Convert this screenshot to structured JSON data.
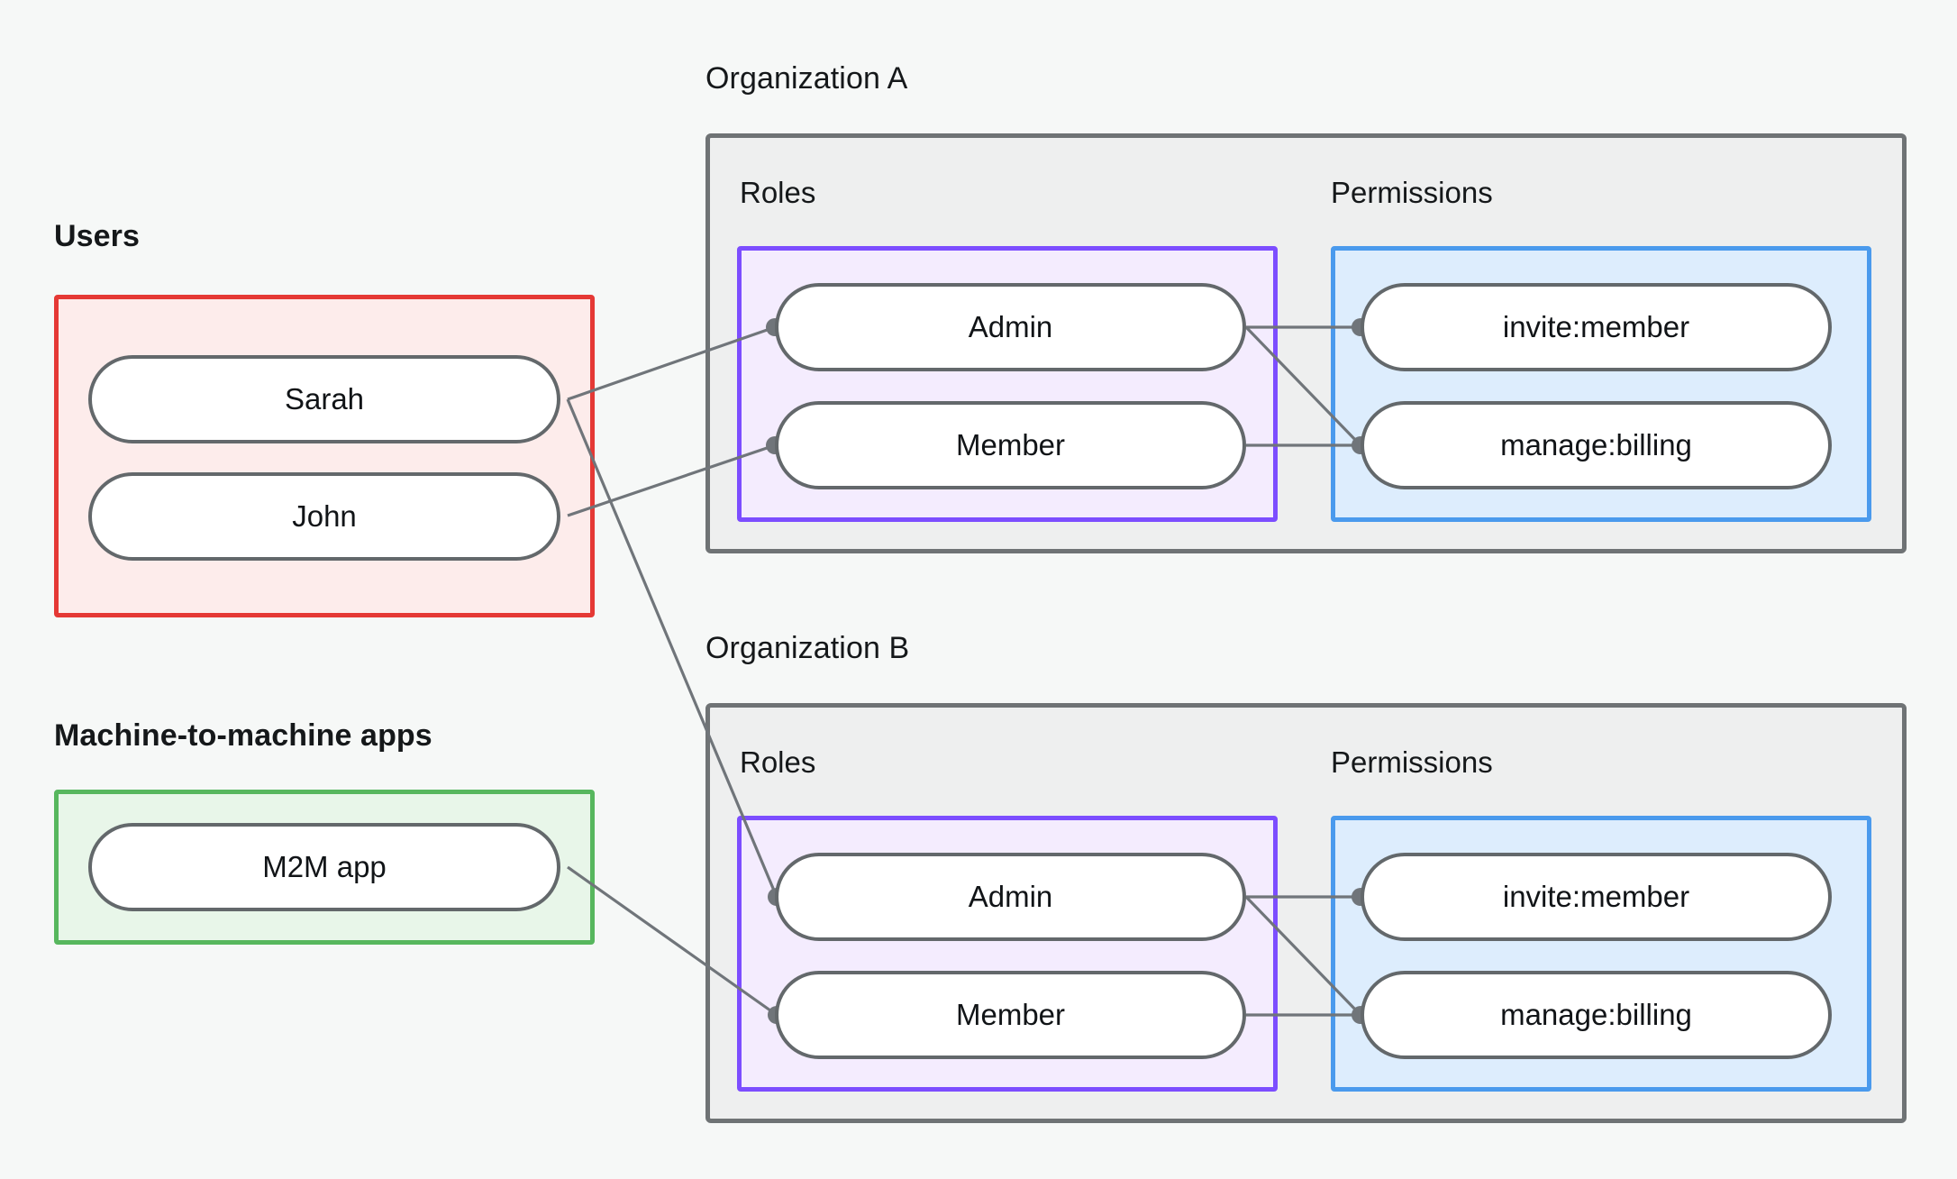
{
  "diagram": {
    "title_visible": false,
    "background_color": "#f6f8f7",
    "sections": {
      "users": {
        "caption": "Users",
        "border_color": "#e53935",
        "fill_color": "#fdeceb",
        "nodes": [
          {
            "label": "Sarah"
          },
          {
            "label": "John"
          }
        ]
      },
      "m2m": {
        "caption": "Machine-to-machine apps",
        "border_color": "#57b75e",
        "fill_color": "#e8f6e9",
        "nodes": [
          {
            "label": "M2M app"
          }
        ]
      },
      "org_a": {
        "caption": "Organization A",
        "border_color": "#6f7375",
        "fill_color": "#eeefef",
        "roles": {
          "heading": "Roles",
          "border_color": "#7c4dff",
          "fill_color": "#f4ecfe",
          "nodes": [
            {
              "label": "Admin"
            },
            {
              "label": "Member"
            }
          ]
        },
        "permissions": {
          "heading": "Permissions",
          "border_color": "#4a9aed",
          "fill_color": "#ddedfd",
          "nodes": [
            {
              "label": "invite:member"
            },
            {
              "label": "manage:billing"
            }
          ]
        }
      },
      "org_b": {
        "caption": "Organization B",
        "border_color": "#6f7375",
        "fill_color": "#eeefef",
        "roles": {
          "heading": "Roles",
          "border_color": "#7c4dff",
          "fill_color": "#f4ecfe",
          "nodes": [
            {
              "label": "Admin"
            },
            {
              "label": "Member"
            }
          ]
        },
        "permissions": {
          "heading": "Permissions",
          "border_color": "#4a9aed",
          "fill_color": "#ddedfd",
          "nodes": [
            {
              "label": "invite:member"
            },
            {
              "label": "manage:billing"
            }
          ]
        }
      }
    },
    "edges": [
      {
        "from": "Sarah",
        "to": "Organization A / Admin"
      },
      {
        "from": "Sarah",
        "to": "Organization B / Admin"
      },
      {
        "from": "John",
        "to": "Organization A / Member"
      },
      {
        "from": "M2M app",
        "to": "Organization B / Member"
      },
      {
        "from": "Organization A / Admin",
        "to": "Organization A / invite:member"
      },
      {
        "from": "Organization A / Admin",
        "to": "Organization A / manage:billing"
      },
      {
        "from": "Organization A / Member",
        "to": "Organization A / manage:billing"
      },
      {
        "from": "Organization B / Admin",
        "to": "Organization B / invite:member"
      },
      {
        "from": "Organization B / Admin",
        "to": "Organization B / manage:billing"
      },
      {
        "from": "Organization B / Member",
        "to": "Organization B / manage:billing"
      }
    ],
    "edge_color": "#70757a",
    "node_border_color": "#63686b",
    "node_fill_color": "#ffffff"
  }
}
